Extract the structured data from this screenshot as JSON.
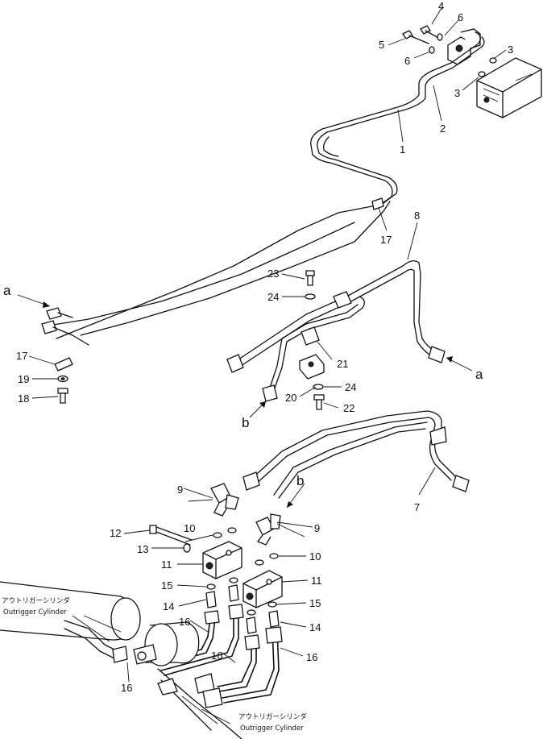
{
  "callouts": {
    "c1": "1",
    "c2": "2",
    "c3a": "3",
    "c3b": "3",
    "c4": "4",
    "c5": "5",
    "c6a": "6",
    "c6b": "6",
    "c7": "7",
    "c8": "8",
    "c9a": "9",
    "c9b": "9",
    "c10a": "10",
    "c10b": "10",
    "c11a": "11",
    "c11b": "11",
    "c12": "12",
    "c13": "13",
    "c14a": "14",
    "c14b": "14",
    "c15a": "15",
    "c15b": "15",
    "c16a": "16",
    "c16b": "16",
    "c16c": "16",
    "c16d": "16",
    "c17a": "17",
    "c17b": "17",
    "c18": "18",
    "c19": "19",
    "c20": "20",
    "c21": "21",
    "c22": "22",
    "c23": "23",
    "c24a": "24",
    "c24b": "24"
  },
  "connections": {
    "a_left": "a",
    "a_right": "a",
    "b_left": "b",
    "b_right": "b"
  },
  "notes": {
    "outrigger_left_jp": "アウトリガーシリンダ",
    "outrigger_left_en": "Outrigger Cylinder",
    "outrigger_right_jp": "アウトリガーシリンダ",
    "outrigger_right_en": "Outrigger Cylinder"
  }
}
